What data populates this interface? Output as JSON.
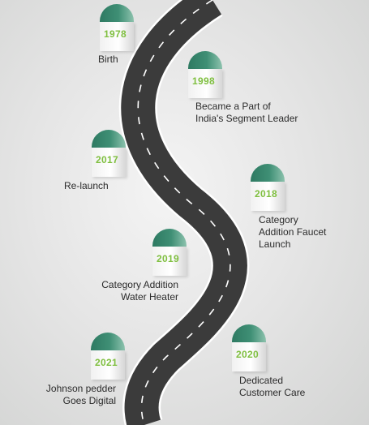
{
  "milestones": [
    {
      "year": "1978",
      "label": "Birth"
    },
    {
      "year": "1998",
      "label": "Became a Part of\nIndia's Segment Leader"
    },
    {
      "year": "2017",
      "label": "Re-launch"
    },
    {
      "year": "2018",
      "label": "Category\nAddition Faucet\nLaunch"
    },
    {
      "year": "2019",
      "label": "Category Addition\nWater Heater"
    },
    {
      "year": "2020",
      "label": "Dedicated\nCustomer Care"
    },
    {
      "year": "2021",
      "label": "Johnson pedder\nGoes Digital"
    }
  ],
  "colors": {
    "road": "#3b3b3b",
    "road_edge": "#ffffff",
    "milestone_cap": "#3f8f75",
    "year_text": "#7fbf3f"
  }
}
